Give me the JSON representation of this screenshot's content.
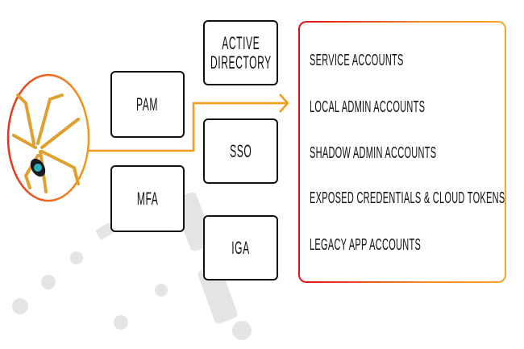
{
  "left_boxes": [
    {
      "label": "PAM"
    },
    {
      "label": "MFA"
    }
  ],
  "middle_boxes": [
    {
      "label": "ACTIVE\nDIRECTORY",
      "line1": "ACTIVE",
      "line2": "DIRECTORY"
    },
    {
      "label": "SSO"
    },
    {
      "label": "IGA"
    }
  ],
  "accounts": [
    "SERVICE ACCOUNTS",
    "LOCAL ADMIN ACCOUNTS",
    "SHADOW ADMIN ACCOUNTS",
    "EXPOSED CREDENTIALS & CLOUD TOKENS",
    "LEGACY APP ACCOUNTS"
  ],
  "colors": {
    "accent": "#f39a1e",
    "circle": "#ee6a2c",
    "panel_left": "#e0101a",
    "panel_right": "#f5a623"
  }
}
